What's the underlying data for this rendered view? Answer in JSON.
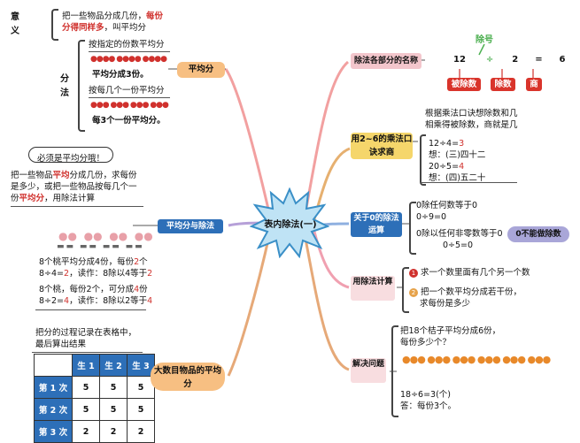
{
  "center": "表内除法(一)",
  "left": {
    "yiyi_label": "意义",
    "yiyi_text_a": "把一些物品分成几份，",
    "yiyi_text_b": "每份",
    "yiyi_text_c": "分得同样多",
    "yiyi_text_d": "，叫平均分",
    "fenfa_label": "分法",
    "fenfa_1": "按指定的份数平均分",
    "fenfa_1_result": "平均分成3份。",
    "fenfa_2": "按每几个一份平均分",
    "fenfa_2_result": "每3个一份平均分。",
    "pingjunfen_node": "平均分",
    "must_note": "必须是平均分哦！",
    "div_text_1": "把一些物品",
    "div_text_1_red": "平均",
    "div_text_1b": "分成几份，求每份",
    "div_text_2": "是多少，或把一些物品按每几个一",
    "div_text_3a": "份",
    "div_text_3_red": "平均分",
    "div_text_3b": "，用除法计算",
    "pjf_div_node": "平均分与除法",
    "ex1_line1a": "8个桃平均分成4份，每份",
    "ex1_line1_red": "2",
    "ex1_line1b": "个",
    "ex1_line2a": "8÷4=",
    "ex1_line2_red": "2",
    "ex1_line2b": "，读作：8除以4等于",
    "ex1_line2_red2": "2",
    "ex2_line1a": "8个桃，每份2个，可分成",
    "ex2_line1_red": "4",
    "ex2_line1b": "份",
    "ex2_line2a": "8÷2=",
    "ex2_line2_red": "4",
    "ex2_line2b": "，读作：8除以2等于",
    "ex2_line2_red2": "4",
    "record_text_1": "把分的过程记录在表格中，",
    "record_text_2": "最后算出结果",
    "big_node": "大数目物品的平均分",
    "table": {
      "headers": [
        "",
        "生 1",
        "生 2",
        "生 3"
      ],
      "rows": [
        [
          "第 1 次",
          "5",
          "5",
          "5"
        ],
        [
          "第 2 次",
          "5",
          "5",
          "5"
        ],
        [
          "第 3 次",
          "2",
          "2",
          "2"
        ]
      ]
    }
  },
  "right": {
    "parts_node": "除法各部分的名称",
    "divisor_label": "除号",
    "eq_a": "12",
    "eq_op": "÷",
    "eq_b": "2",
    "eq_eq": "=",
    "eq_c": "6",
    "name_dividend": "被除数",
    "name_divisor": "除数",
    "name_quotient": "商",
    "mult_node": "用2~6的乘法口诀求商",
    "mult_text_1": "根据乘法口诀想除数和几",
    "mult_text_2": "相乘得被除数，商就是几",
    "mult_eq1a": "12÷4=",
    "mult_eq1_red": "3",
    "mult_eq1_think": "想：(三)四十二",
    "mult_eq2a": "20÷5=",
    "mult_eq2_red": "4",
    "mult_eq2_think": "想：(四)五二十",
    "zero_node": "关于0的除法运算",
    "zero_1a": "0除任何数等于0",
    "zero_1b": "0÷9=0",
    "zero_2a": "0除以任何非零数等于0",
    "zero_2b": "0÷5=0",
    "zero_warn": "0不能做除数",
    "use_node": "用除法计算",
    "use_1": "求一个数里面有几个另一个数",
    "use_2a": "把一个数平均分成若干份，",
    "use_2b": "求每份是多少",
    "solve_node": "解决问题",
    "solve_q1": "把18个桔子平均分成6份，",
    "solve_q2": "每份多少个？",
    "solve_eq": "18÷6=3(个)",
    "solve_ans": "答：每份3个。",
    "colors": {
      "red": "#d0312d",
      "blue": "#2d6fb8",
      "orange": "#f7bf82",
      "pink": "#f3c6cc",
      "yellow": "#f5d66b"
    }
  }
}
